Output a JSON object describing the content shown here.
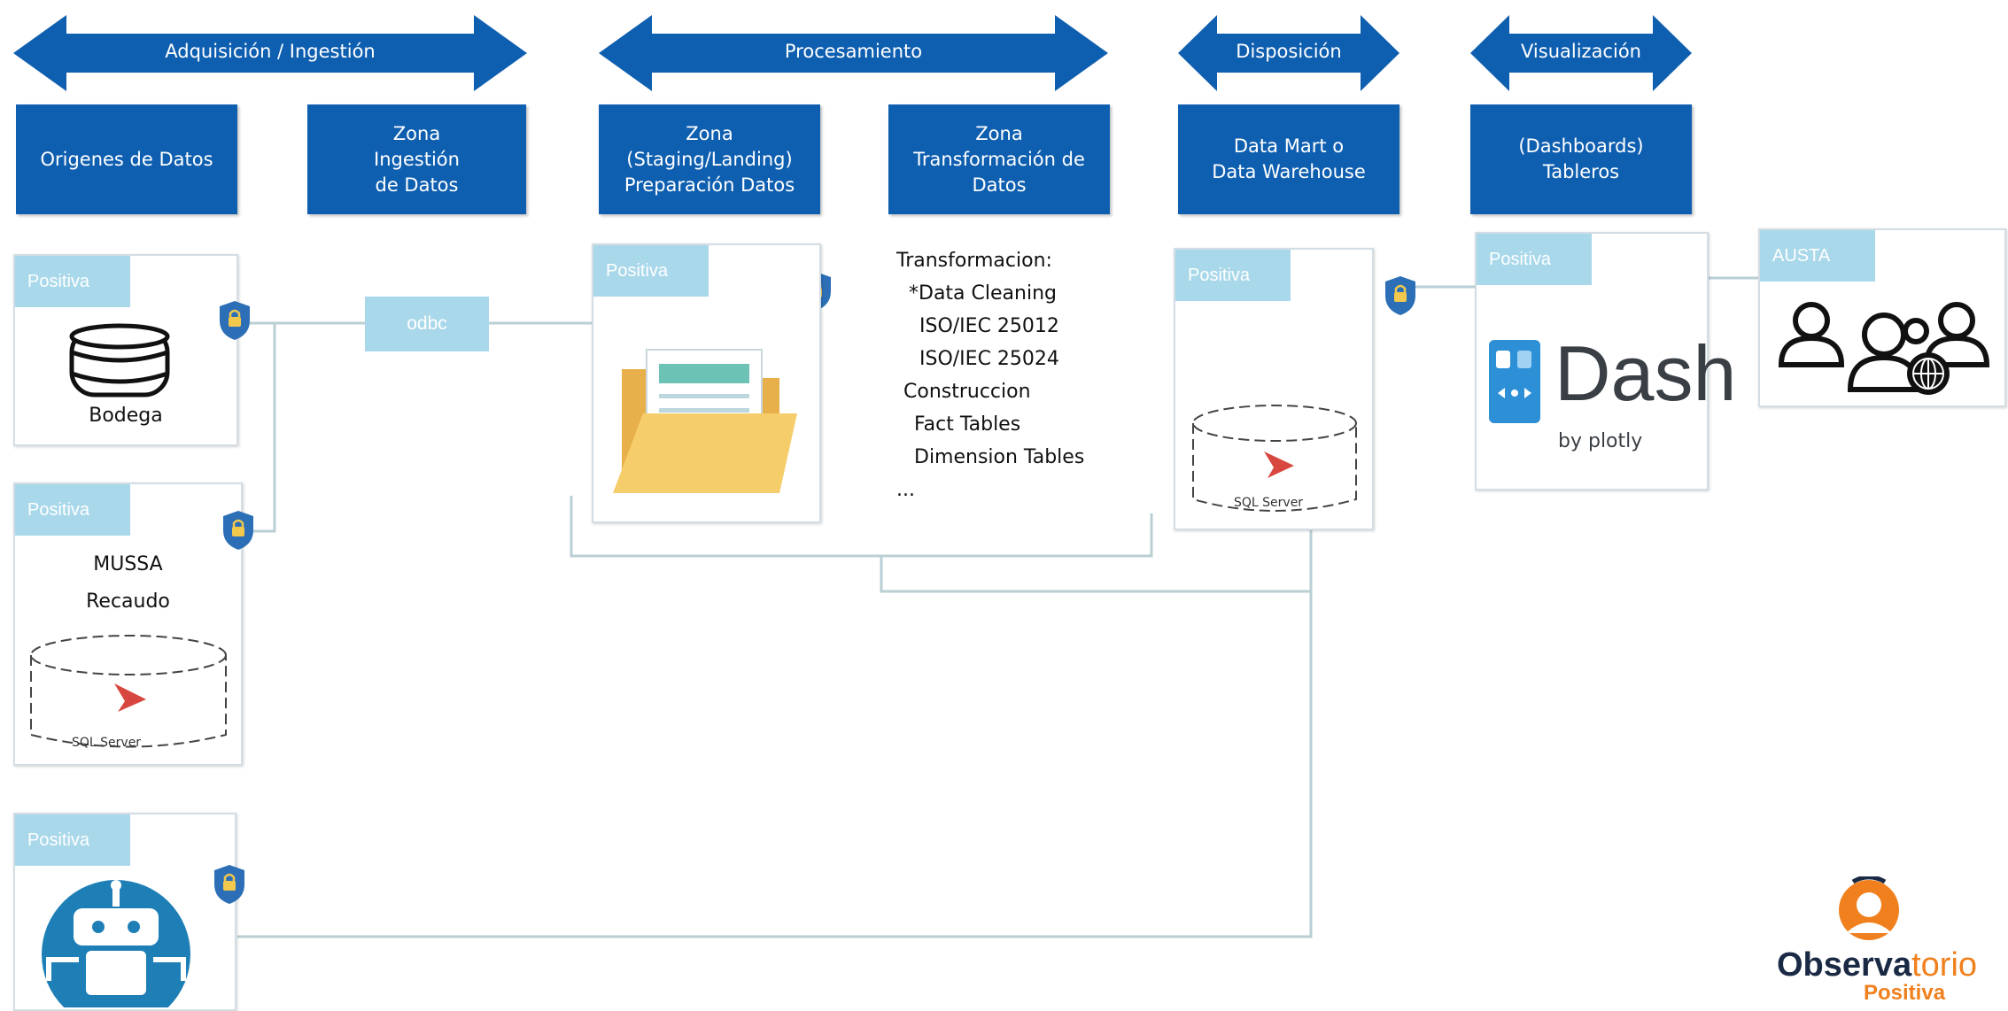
{
  "stages": [
    {
      "label": "Adquisición / Ingestión"
    },
    {
      "label": "Procesamiento"
    },
    {
      "label": "Disposición"
    },
    {
      "label": "Visualización"
    }
  ],
  "zones": [
    {
      "label": "Origenes de Datos"
    },
    {
      "label": "Zona\nIngestión\nde Datos"
    },
    {
      "label": "Zona\n(Staging/Landing)\nPreparación Datos"
    },
    {
      "label": "Zona\nTransformación de\nDatos"
    },
    {
      "label": "Data Mart o\nData Warehouse"
    },
    {
      "label": "(Dashboards)\nTableros"
    }
  ],
  "source_tag": "Positiva",
  "user_tag": "AUSTA",
  "sources": {
    "bodega": "Bodega",
    "mussa": [
      "MUSSA",
      "Recaudo"
    ]
  },
  "connector": "odbc",
  "sql_server_label": "SQL Server",
  "transformation_notes": [
    "Transformacion:",
    "*Data Cleaning",
    "ISO/IEC 25012",
    "ISO/IEC 25024",
    "Construccion",
    "Fact Tables",
    "Dimension Tables",
    "..."
  ],
  "dash": {
    "title": "Dash",
    "subtitle": "by plotly"
  },
  "logo": {
    "word_bold": "Observa",
    "word_light": "torio",
    "sub": "Positiva"
  },
  "colors": {
    "header_blue": "#0f5fb0",
    "tag_blue": "#a9d8ea",
    "connector_line": "#b9cfd4",
    "shield": "#2c6fb7",
    "logo_orange": "#f0801e",
    "logo_navy": "#1a2a44",
    "dash_blue": "#2d8fd6"
  },
  "icons": [
    "database-icon",
    "folder-icon",
    "robot-icon",
    "users-group-icon",
    "shield-lock-icon"
  ]
}
